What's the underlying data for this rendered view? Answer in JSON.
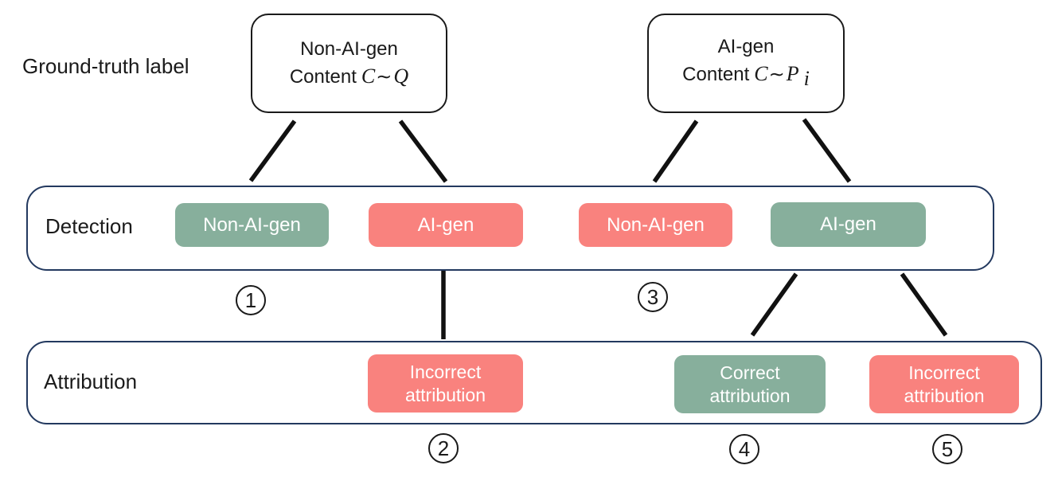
{
  "ground_truth": {
    "label": "Ground-truth label",
    "boxes": [
      {
        "line1": "Non-AI-gen",
        "content_word": "Content",
        "var": "C",
        "tilde": "∼",
        "dist": "Q",
        "dist_sub": ""
      },
      {
        "line1": "AI-gen",
        "content_word": "Content",
        "var": "C",
        "tilde": "∼",
        "dist": "P",
        "dist_sub": "i"
      }
    ]
  },
  "detection_row": {
    "label": "Detection",
    "pills": [
      {
        "text": "Non-AI-gen",
        "color": "green"
      },
      {
        "text": "AI-gen",
        "color": "red"
      },
      {
        "text": "Non-AI-gen",
        "color": "red"
      },
      {
        "text": "AI-gen",
        "color": "green"
      }
    ]
  },
  "attribution_row": {
    "label": "Attribution",
    "pills": [
      {
        "line1": "Incorrect",
        "line2": "attribution",
        "color": "red"
      },
      {
        "line1": "Correct",
        "line2": "attribution",
        "color": "green"
      },
      {
        "line1": "Incorrect",
        "line2": "attribution",
        "color": "red"
      }
    ]
  },
  "markers": {
    "m1": "1",
    "m2": "2",
    "m3": "3",
    "m4": "4",
    "m5": "5"
  },
  "colors": {
    "pill_green": "#87af9c",
    "pill_red": "#f9827e",
    "container_border": "#23395f",
    "box_border": "#1a1a1a",
    "line_black": "#111111"
  }
}
